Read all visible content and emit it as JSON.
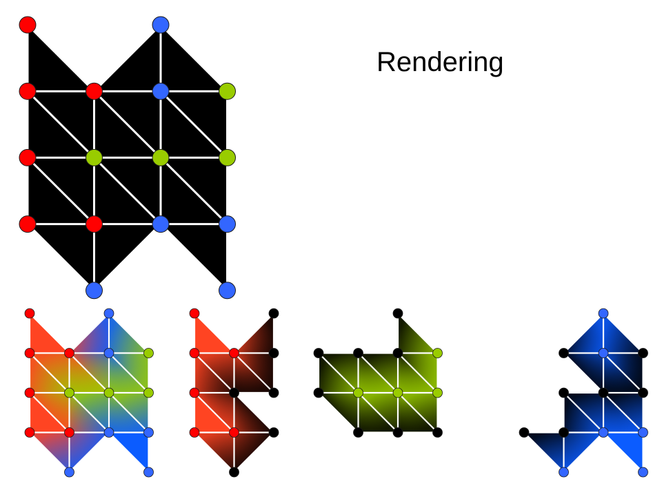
{
  "title": "Rendering",
  "colors": {
    "red": "#ff0000",
    "green": "#99cc00",
    "blue": "#3366ff",
    "black": "#000000",
    "edge": "#ffffff",
    "outline": "#1a1a1a",
    "redFace": "#ff4422",
    "greenFace": "#99cc00",
    "blueFace": "#0b5cff"
  },
  "mesh": {
    "vertex_colors": [
      [
        "red",
        null,
        "blue",
        null
      ],
      [
        "red",
        "red",
        "blue",
        "green"
      ],
      [
        "red",
        "green",
        "green",
        "green"
      ],
      [
        "red",
        "red",
        "blue",
        "blue"
      ],
      [
        null,
        "blue",
        null,
        "blue"
      ]
    ]
  },
  "panels": [
    {
      "name": "combined-panel",
      "mode": "all"
    },
    {
      "name": "red-channel-panel",
      "mode": "red"
    },
    {
      "name": "green-channel-panel",
      "mode": "green"
    },
    {
      "name": "blue-channel-panel",
      "mode": "blue"
    }
  ]
}
